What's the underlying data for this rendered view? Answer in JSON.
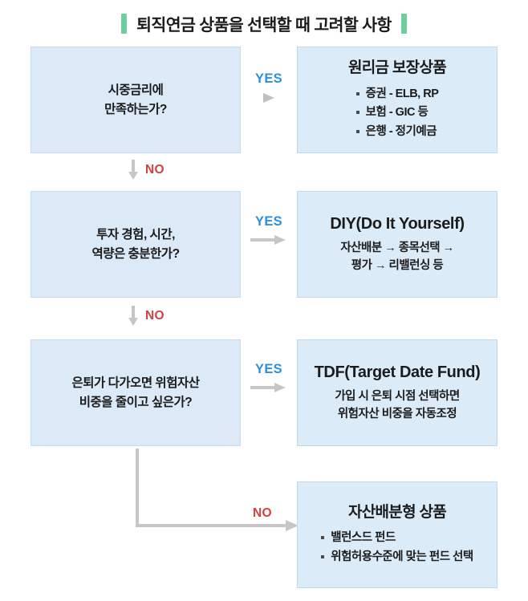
{
  "title": {
    "text": "퇴직연금 상품을 선택할 때 고려할 사항",
    "accent_color": "#6ecf9e"
  },
  "colors": {
    "box_fill": "#dcebf8",
    "box_border": "#c2dcf0",
    "yes_color": "#2a90e0",
    "no_color": "#d43f3f",
    "connector_gray": "#bfbfbf"
  },
  "questions": [
    {
      "line1": "시중금리에",
      "line2": "만족하는가?"
    },
    {
      "line1": "투자 경험, 시간,",
      "line2": "역량은 충분한가?"
    },
    {
      "line1": "은퇴가 다가오면 위험자산",
      "line2": "비중을 줄이고 싶은가?"
    }
  ],
  "answers": [
    {
      "heading": "원리금 보장상품",
      "bullets": [
        "증권 - ELB, RP",
        "보험 - GIC 등",
        "은행 - 정기예금"
      ]
    },
    {
      "heading": "DIY(Do It Yourself)",
      "sub_line1": "자산배분 → 종목선택 →",
      "sub_line2": "평가 → 리밸런싱 등"
    },
    {
      "heading": "TDF(Target Date Fund)",
      "sub_line1": "가입 시 은퇴 시점 선택하면",
      "sub_line2": "위험자산 비중을 자동조정"
    },
    {
      "heading": "자산배분형 상품",
      "bullets": [
        "밸런스드 펀드",
        "위험허용수준에 맞는 펀드 선택"
      ]
    }
  ],
  "connectors": {
    "yes_label": "YES",
    "no_label": "NO"
  }
}
